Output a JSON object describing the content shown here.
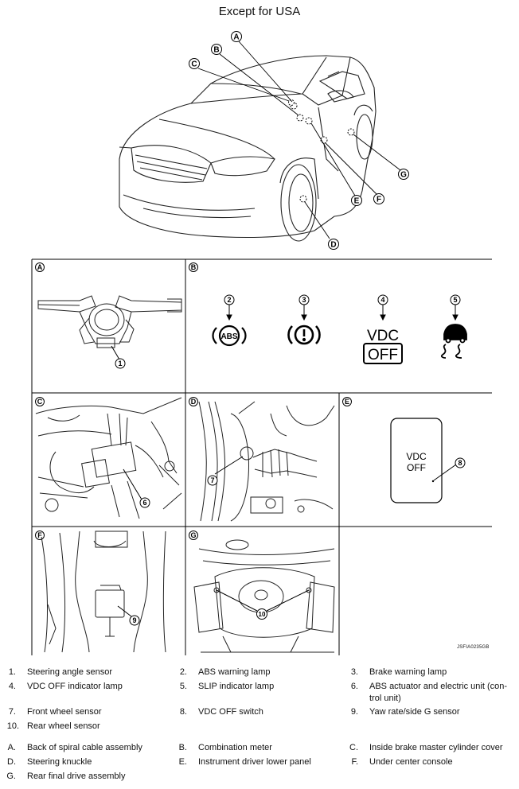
{
  "title": "Except for USA",
  "letters": [
    "A",
    "B",
    "C",
    "D",
    "E",
    "F",
    "G"
  ],
  "panel_labels": {
    "a": "A",
    "b": "B",
    "c": "C",
    "d": "D",
    "e": "E",
    "f": "F",
    "g": "G"
  },
  "callout_numbers": {
    "n1": "1",
    "n2": "2",
    "n3": "3",
    "n4": "4",
    "n5": "5",
    "n6": "6",
    "n7": "7",
    "n8": "8",
    "n9": "9",
    "n10": "10"
  },
  "lamp_text": {
    "abs": "ABS",
    "vdc": "VDC",
    "off": "OFF"
  },
  "switch_text": {
    "line1": "VDC",
    "line2": "OFF"
  },
  "doc_code": "JSFIA0235GB",
  "legend": [
    {
      "num": "1.",
      "text": "Steering angle sensor"
    },
    {
      "num": "2.",
      "text": "ABS warning lamp"
    },
    {
      "num": "3.",
      "text": "Brake warning lamp"
    },
    {
      "num": "4.",
      "text": "VDC OFF indicator lamp"
    },
    {
      "num": "5.",
      "text": "SLIP indicator lamp"
    },
    {
      "num": "6.",
      "text": "ABS actuator and electric unit (con-trol unit)"
    },
    {
      "num": "7.",
      "text": "Front wheel sensor"
    },
    {
      "num": "8.",
      "text": "VDC OFF switch"
    },
    {
      "num": "9.",
      "text": "Yaw rate/side G sensor"
    },
    {
      "num": "10.",
      "text": "Rear wheel sensor"
    }
  ],
  "locations": [
    {
      "num": "A.",
      "text": "Back of spiral cable assembly"
    },
    {
      "num": "B.",
      "text": "Combination meter"
    },
    {
      "num": "C.",
      "text": "Inside brake master cylinder cover"
    },
    {
      "num": "D.",
      "text": "Steering knuckle"
    },
    {
      "num": "E.",
      "text": "Instrument driver lower panel"
    },
    {
      "num": "F.",
      "text": "Under center console"
    },
    {
      "num": "G.",
      "text": "Rear final drive assembly"
    }
  ]
}
